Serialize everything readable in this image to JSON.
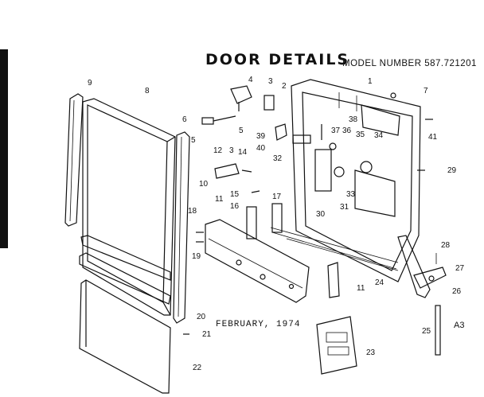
{
  "header": {
    "title": "DOOR DETAILS",
    "model": "MODEL NUMBER 587.721201"
  },
  "footer": {
    "date": "FEBRUARY, 1974",
    "sheet": "A3"
  },
  "callouts": [
    "9",
    "8",
    "4",
    "3",
    "2",
    "1",
    "7",
    "6",
    "5",
    "38",
    "12",
    "3",
    "14",
    "39",
    "40",
    "32",
    "37",
    "36",
    "35",
    "34",
    "41",
    "29",
    "10",
    "33",
    "11",
    "15",
    "16",
    "17",
    "31",
    "30",
    "18",
    "19",
    "28",
    "27",
    "26",
    "24",
    "11",
    "20",
    "21",
    "22",
    "25",
    "23",
    "5"
  ]
}
